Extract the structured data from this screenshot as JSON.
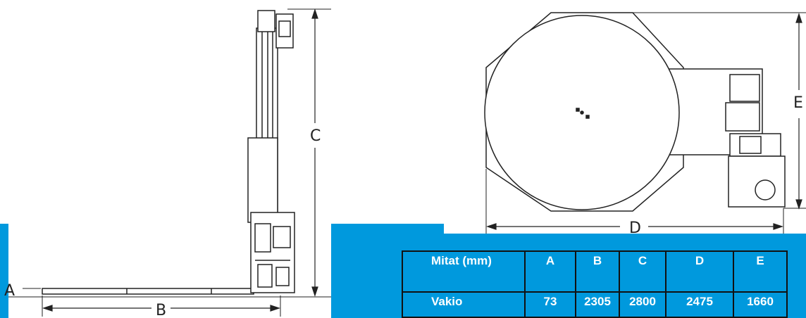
{
  "dimension_labels": {
    "a": "A",
    "b": "B",
    "c": "C",
    "d": "D",
    "e": "E"
  },
  "table": {
    "header": [
      "Mitat (mm)",
      "A",
      "B",
      "C",
      "D",
      "E"
    ],
    "row": [
      "Vakio",
      "73",
      "2305",
      "2800",
      "2475",
      "1660"
    ]
  },
  "colors": {
    "background_accent": "#0099dd",
    "line": "#222222"
  }
}
